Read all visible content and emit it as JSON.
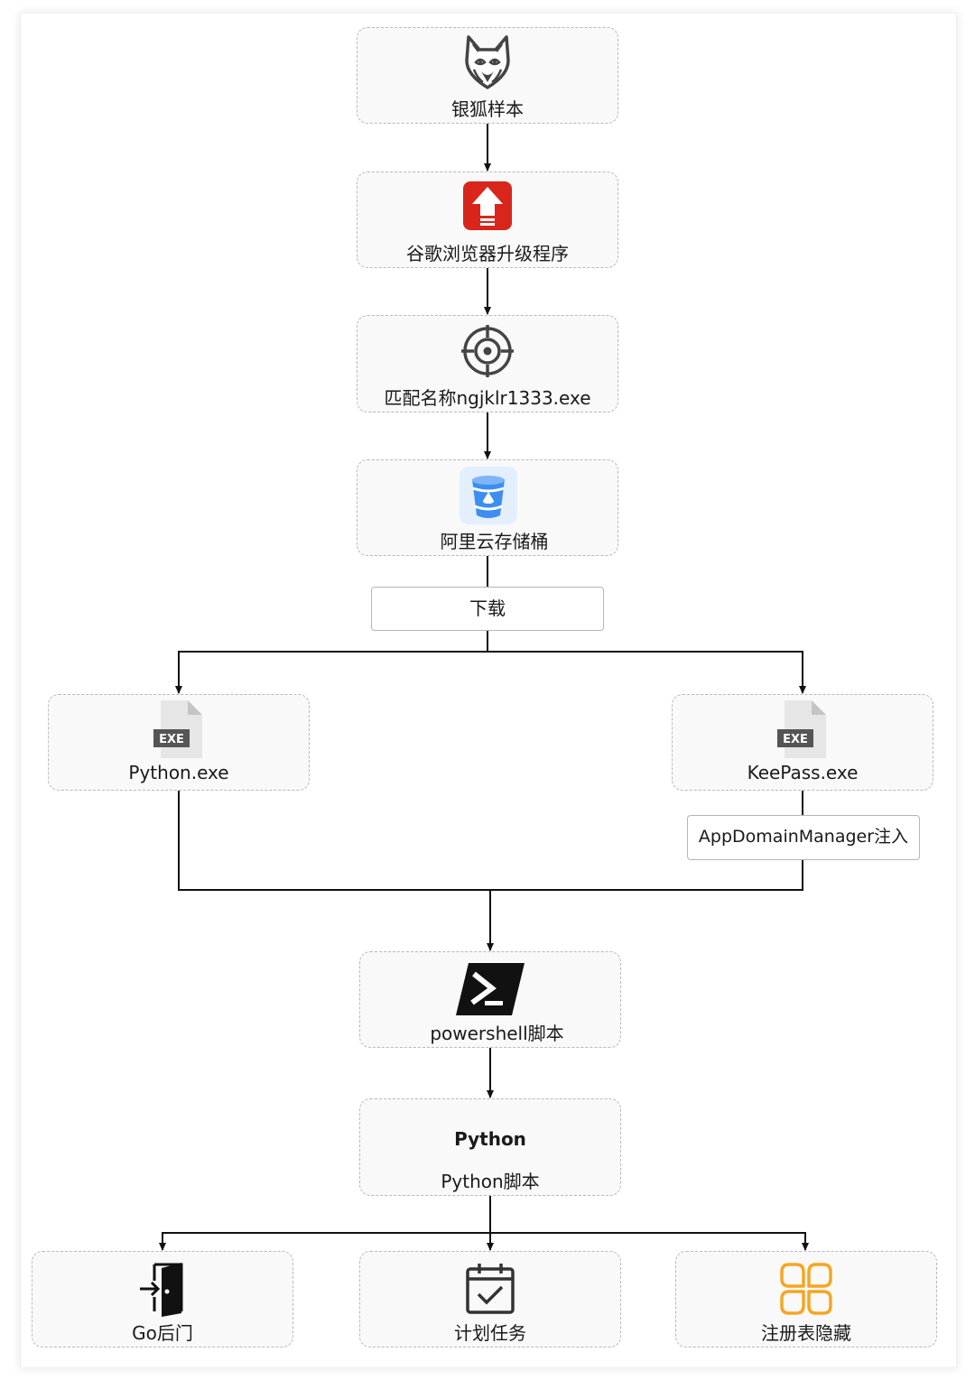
{
  "colors": {
    "node_fill": "#f9f9f9",
    "node_border": "#b9b9b9",
    "arrow": "#111111",
    "chrome_red": "#d9261c",
    "bucket_blue": "#3d8ef0",
    "registry_orange": "#f5a623"
  },
  "nodes": {
    "silver_fox": {
      "label": "银狐样本",
      "icon": "fox-icon"
    },
    "chrome_updater": {
      "label": "谷歌浏览器升级程序",
      "icon": "upload-arrow-icon"
    },
    "match_name": {
      "label": "匹配名称ngjklr1333.exe",
      "icon": "target-icon"
    },
    "aliyun_bucket": {
      "label": "阿里云存储桶",
      "icon": "bucket-icon"
    },
    "python_exe": {
      "label": "Python.exe",
      "icon": "exe-file-icon",
      "badge": "EXE"
    },
    "keepass_exe": {
      "label": "KeePass.exe",
      "icon": "exe-file-icon",
      "badge": "EXE"
    },
    "powershell": {
      "label": "powershell脚本",
      "icon": "powershell-icon"
    },
    "python_script": {
      "title": "Python",
      "label": "Python脚本"
    },
    "go_backdoor": {
      "label": "Go后门",
      "icon": "door-icon"
    },
    "scheduled_task": {
      "label": "计划任务",
      "icon": "calendar-check-icon"
    },
    "registry_hide": {
      "label": "注册表隐藏",
      "icon": "registry-icon"
    }
  },
  "edge_labels": {
    "download": "下载",
    "appdomain": "AppDomainManager注入"
  }
}
